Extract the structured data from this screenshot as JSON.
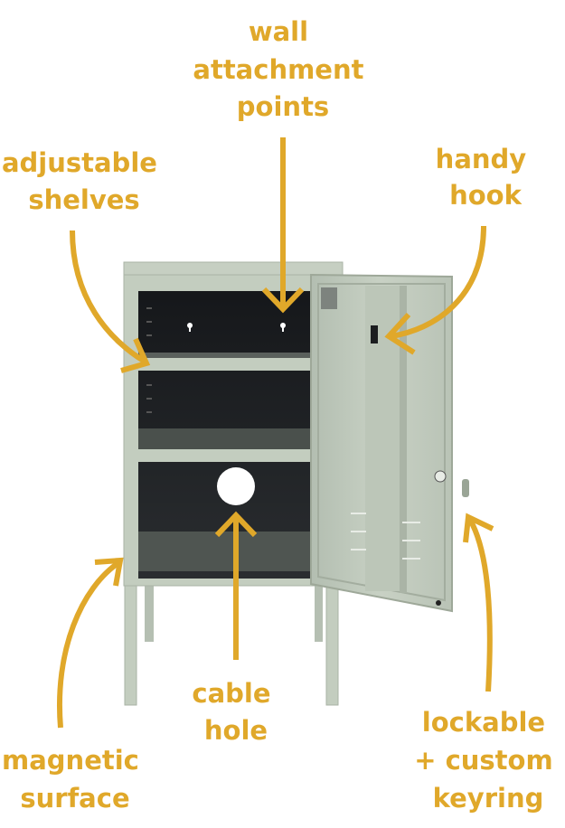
{
  "colors": {
    "accent": "#e0a82a",
    "cabinet": "#c3cdbf",
    "interior": "#1c1e20"
  },
  "callouts": {
    "wall": [
      "wall",
      "attachment",
      "points"
    ],
    "shelves": [
      "adjustable",
      "shelves"
    ],
    "hook": [
      "handy",
      "hook"
    ],
    "cable": [
      "cable",
      "hole"
    ],
    "magnetic": [
      "magnetic",
      "surface"
    ],
    "lockable": [
      "lockable",
      "+ custom",
      "keyring"
    ]
  }
}
